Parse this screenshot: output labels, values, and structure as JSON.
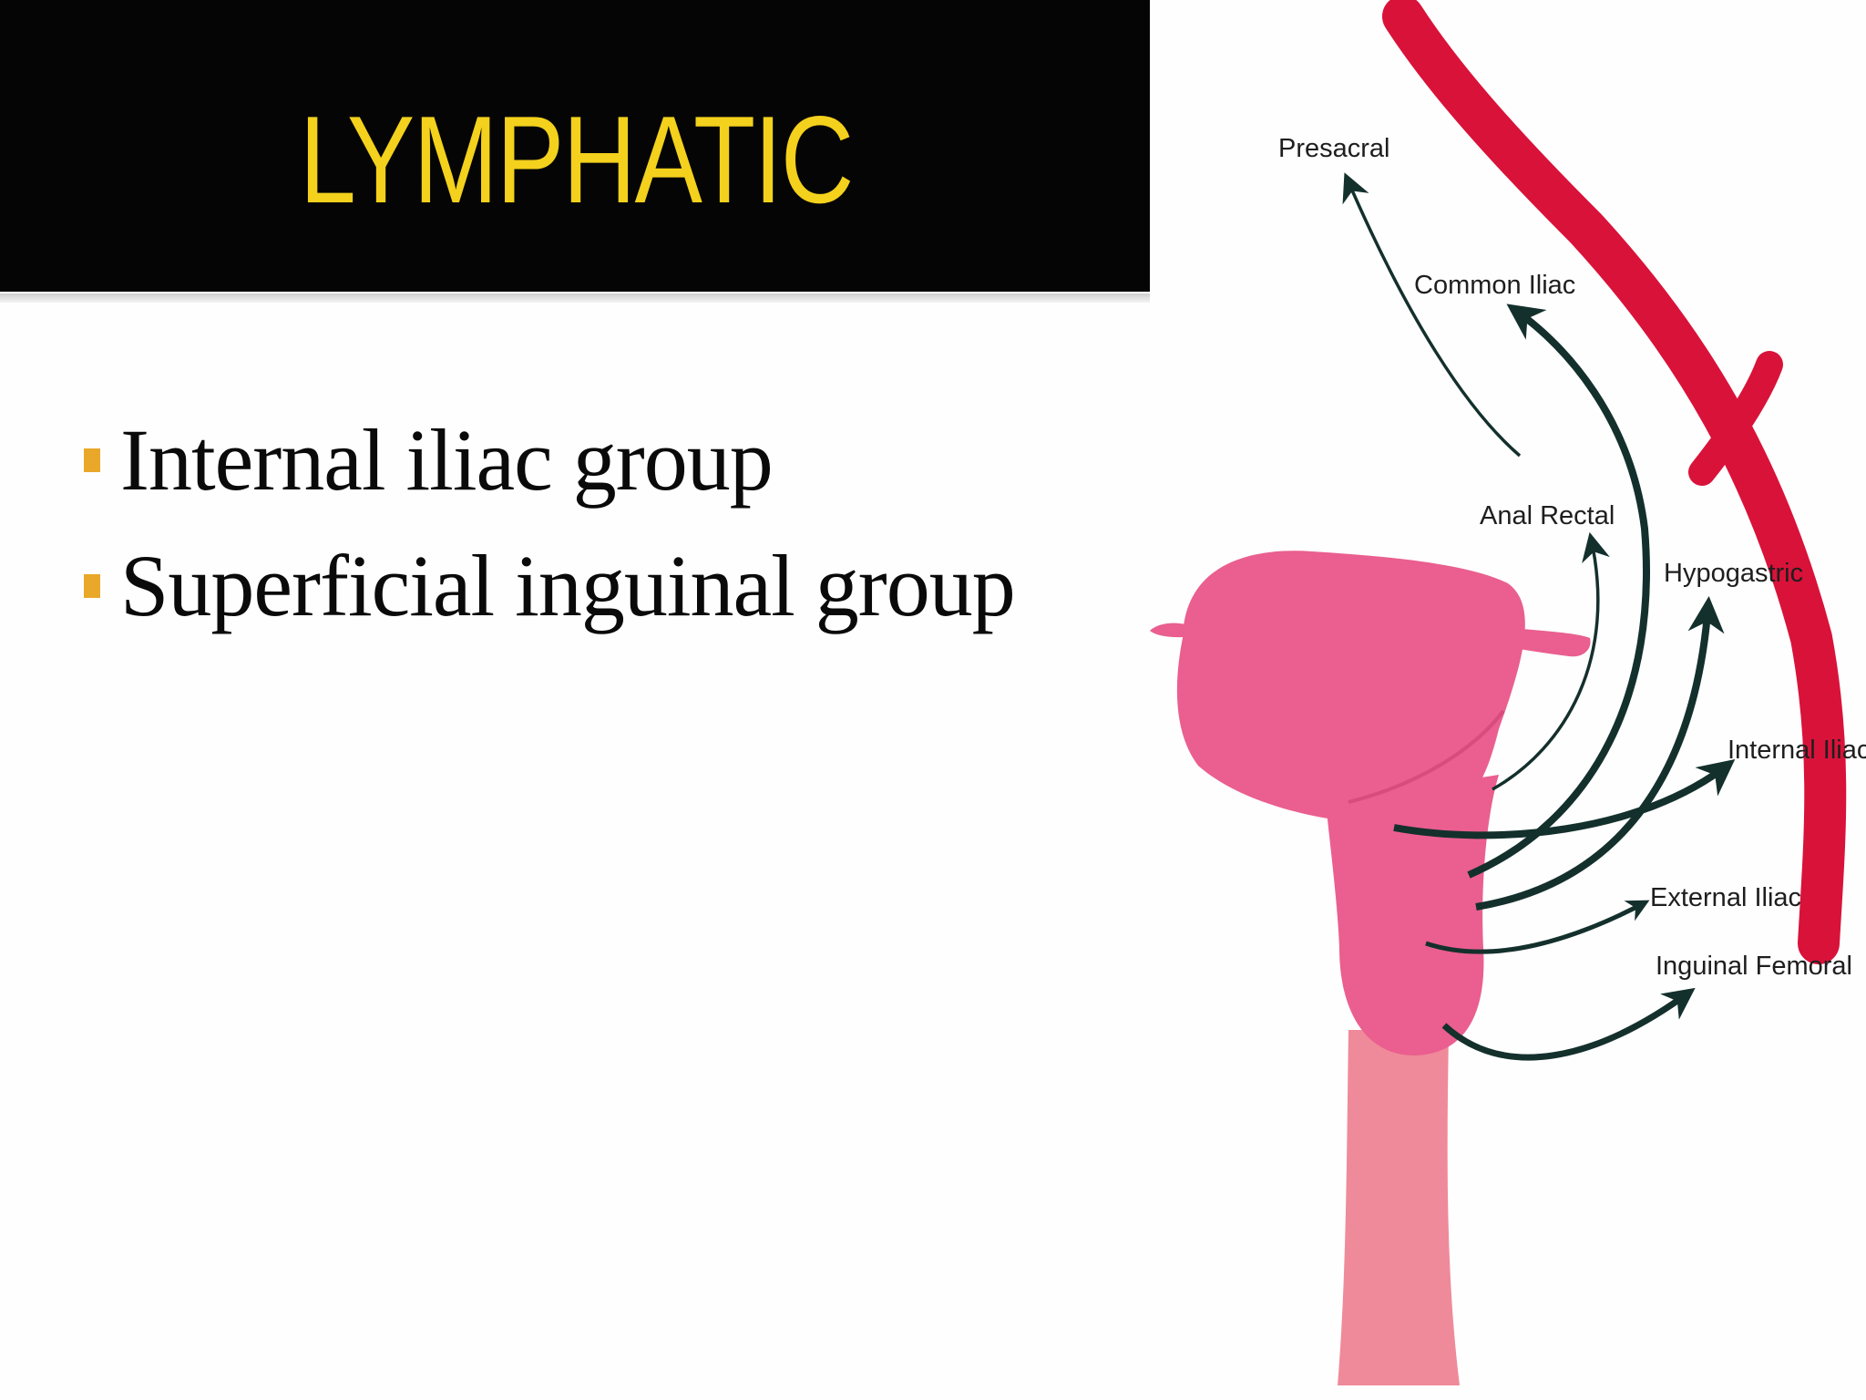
{
  "slide": {
    "title": "LYMPHATIC",
    "bullets": [
      "Internal iliac group",
      "Superficial inguinal group"
    ]
  },
  "diagram": {
    "labels": {
      "presacral": "Presacral",
      "common_iliac": "Common Iliac",
      "anal_rectal": "Anal Rectal",
      "hypogastric": "Hypogastric",
      "internal_iliac": "Internal Iliac",
      "external_iliac": "External Iliac",
      "inguinal_femoral": "Inguinal Femoral"
    }
  },
  "colors": {
    "title_background": "#050505",
    "title_text": "#f3d11c",
    "bullet_marker": "#e9a82a",
    "vessel": "#d9123a",
    "uterus": "#ea5f8f",
    "vagina": "#ef8a9a",
    "lymph_arrow": "#14302c"
  }
}
